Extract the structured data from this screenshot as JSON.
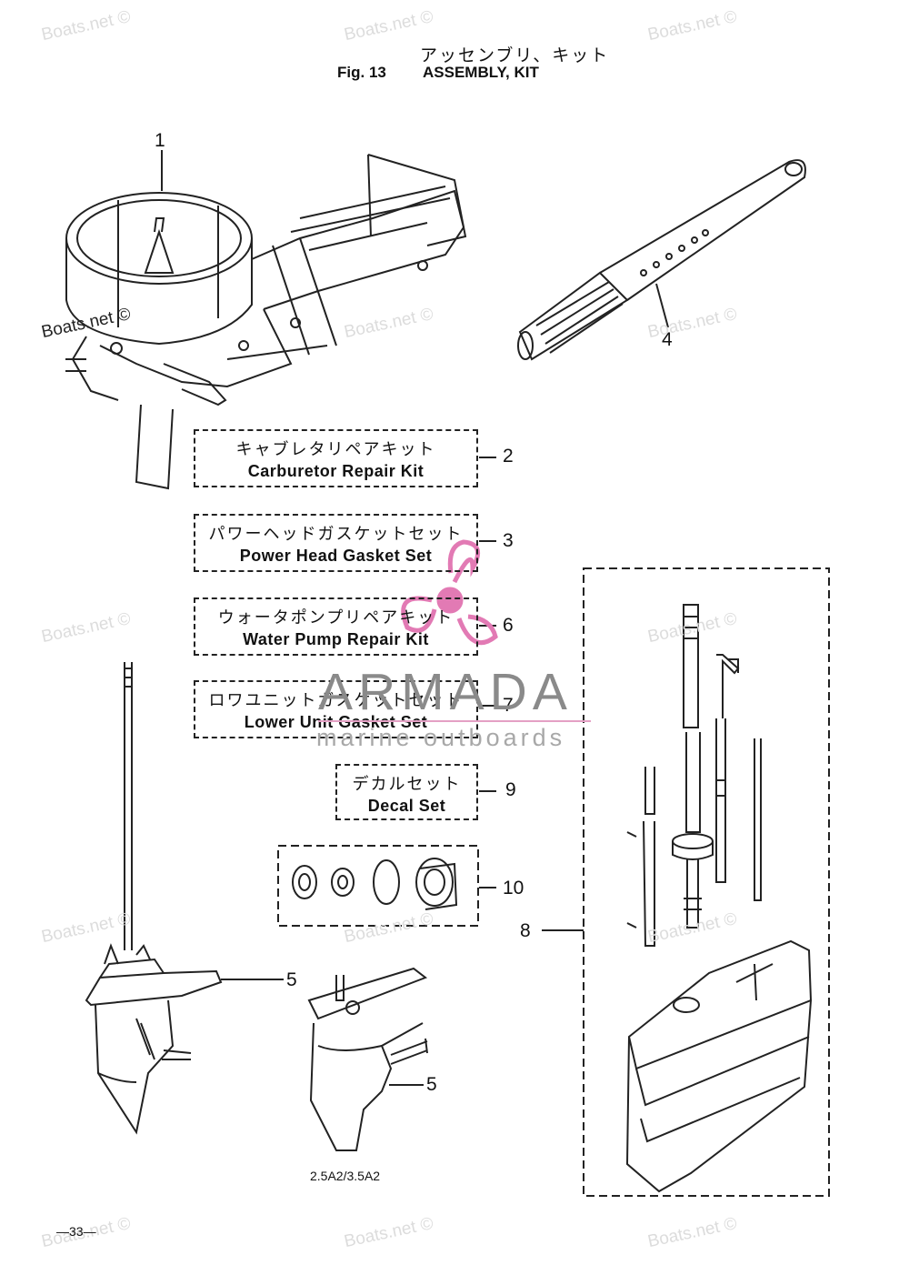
{
  "header": {
    "title_jp": "アッセンブリ、キット",
    "fig_label": "Fig. 13",
    "title_en": "ASSEMBLY, KIT"
  },
  "kits": [
    {
      "jp": "キャブレタリペアキット",
      "en": "Carburetor Repair Kit",
      "num": "2"
    },
    {
      "jp": "パワーヘッドガスケットセット",
      "en": "Power Head Gasket Set",
      "num": "3"
    },
    {
      "jp": "ウォータポンプリペアキット",
      "en": "Water Pump Repair Kit",
      "num": "6"
    },
    {
      "jp": "ロワユニットガスケットセット",
      "en": "Lower Unit Gasket Set",
      "num": "7"
    },
    {
      "jp": "デカルセット",
      "en": "Decal Set",
      "num": "9"
    }
  ],
  "callouts": {
    "n1": "1",
    "n4": "4",
    "n5a": "5",
    "n5b": "5",
    "n8": "8",
    "n10": "10"
  },
  "watermark": "Boats.net ©",
  "brand": {
    "name": "ARMADA",
    "tagline": "marine outboards",
    "accent_color": "#e27ab4"
  },
  "model_label": "2.5A2/3.5A2",
  "page_number": "—33—"
}
